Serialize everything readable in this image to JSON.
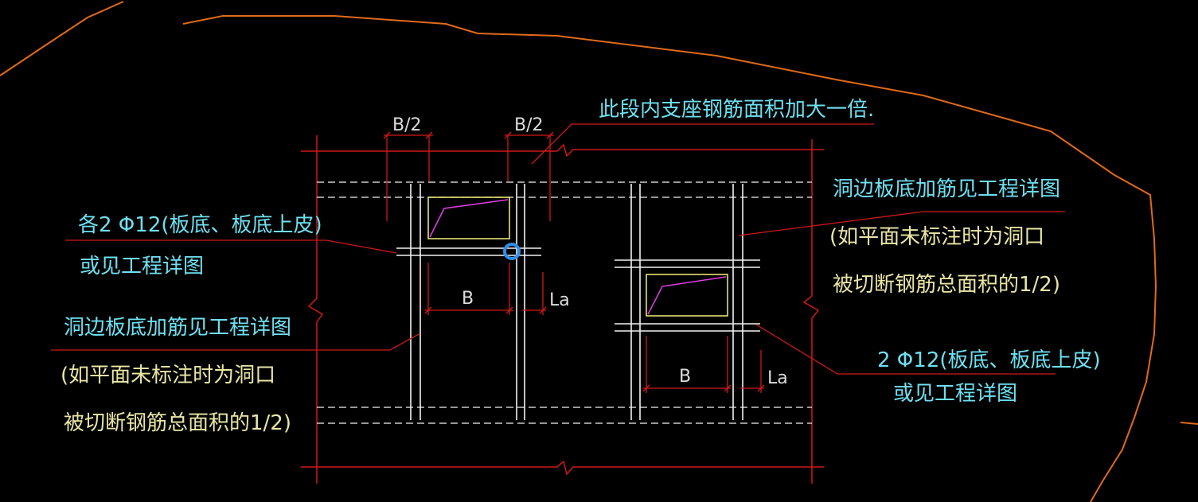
{
  "annotations": {
    "top_note": "此段内支座钢筋面积加大一倍.",
    "left_upper": "各2 Φ12(板底、板底上皮)",
    "left_upper_sub": "或见工程详图",
    "left_lower": "洞边板底加筋见工程详图",
    "left_lower_sub1": "(如平面未标注时为洞口",
    "left_lower_sub2": "被切断钢筋总面积的1/2)",
    "right_upper": "洞边板底加筋见工程详图",
    "right_upper_sub1": "(如平面未标注时为洞口",
    "right_upper_sub2": "被切断钢筋总面积的1/2)",
    "right_lower": "2 Φ12(板底、板底上皮)",
    "right_lower_sub": "或见工程详图"
  },
  "dimensions": {
    "b_half_left": "B/2",
    "b_half_right": "B/2",
    "b_left": "B",
    "la_left": "La",
    "b_right": "B",
    "la_right": "La"
  },
  "colors": {
    "background": "#000000",
    "boundary_line": "#e06a1a",
    "leader_line": "#d01818",
    "rebar_line": "#f2f2f2",
    "dashed_line": "#f2f2f2",
    "opening_outline": "#f2ef7a",
    "opening_slash": "#e23ee6",
    "cyan_text": "#6ee0f0",
    "yellow_text": "#e9e6a6",
    "cursor": "#2f8ee8"
  }
}
